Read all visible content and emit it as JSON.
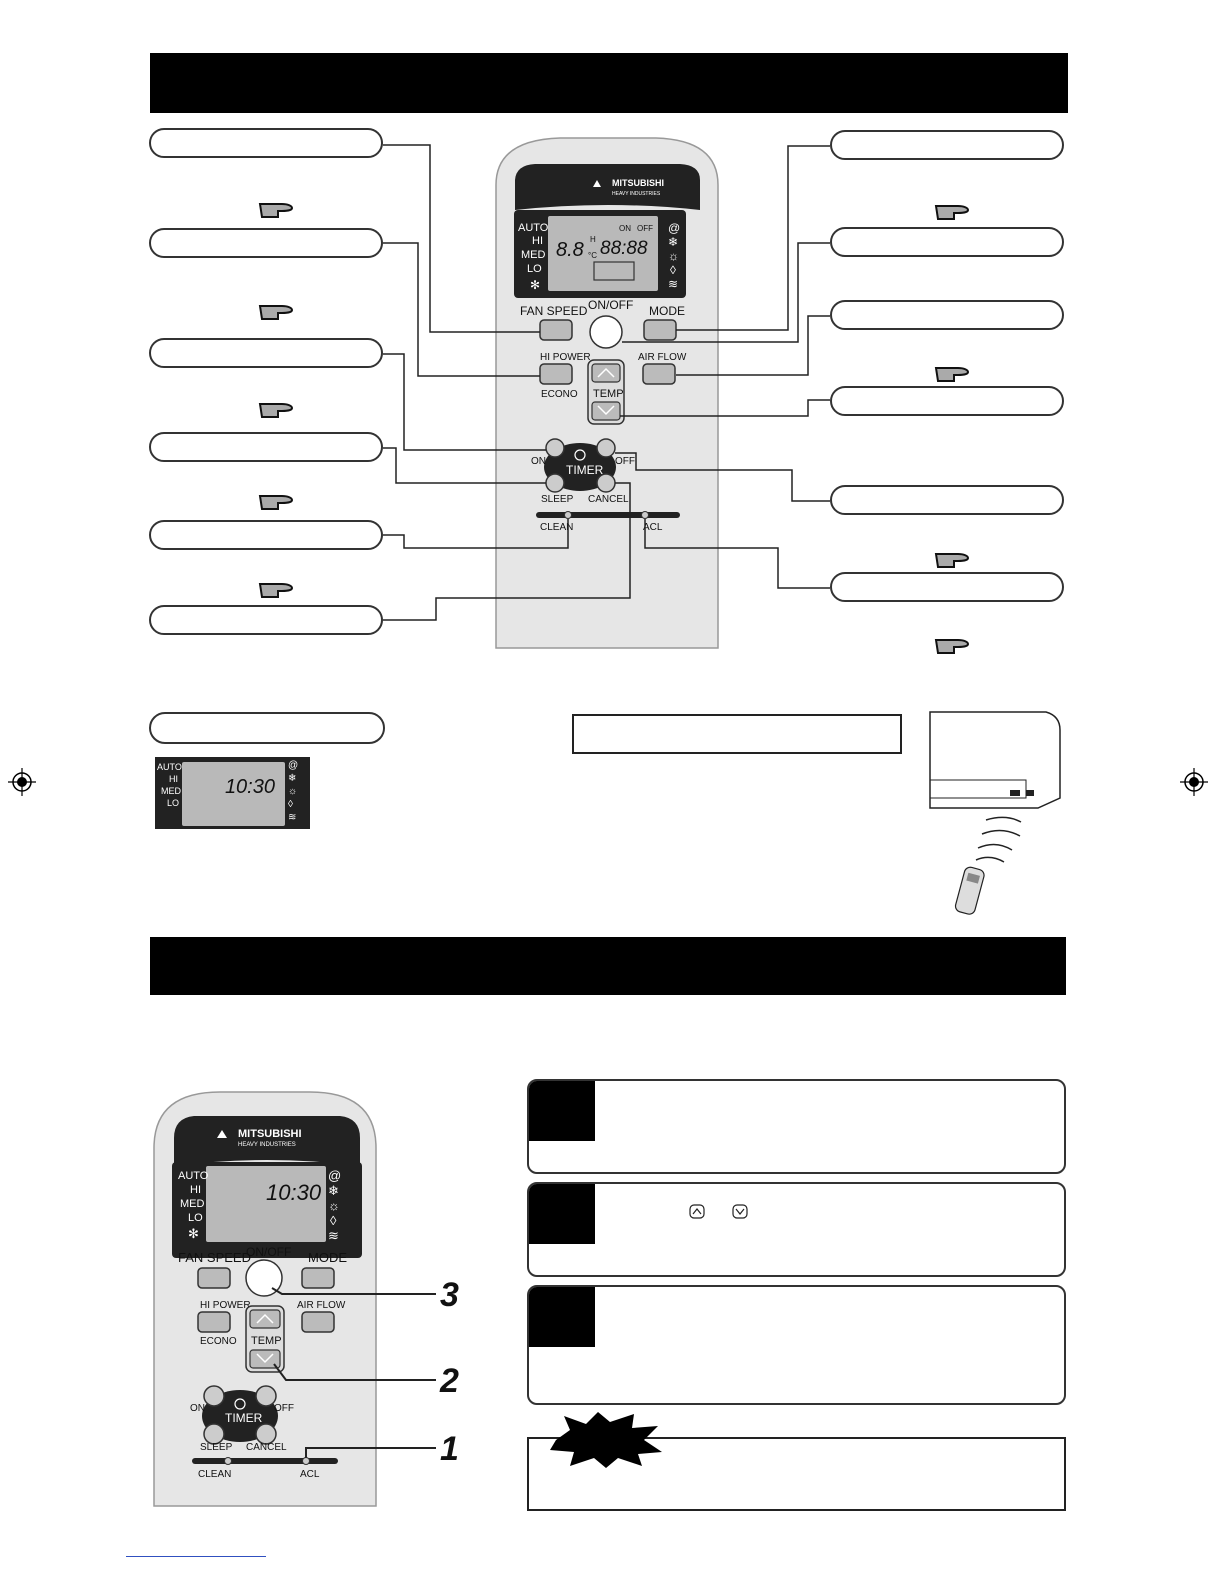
{
  "remote": {
    "brand_line1": "MITSUBISHI",
    "brand_line2": "HEAVY INDUSTRIES",
    "fan_levels": [
      "AUTO",
      "HI",
      "MED",
      "LO"
    ],
    "lcd_clock": "88:88",
    "lcd_temp": "8.8",
    "lcd_on": "ON",
    "lcd_off": "OFF",
    "lcd_h": "H",
    "lcd_c": "°C",
    "lcd_time": "10:30",
    "buttons": {
      "fan_speed": "FAN SPEED",
      "on_off": "ON/OFF",
      "mode": "MODE",
      "hi_power": "HI POWER",
      "econo": "ECONO",
      "air_flow": "AIR FLOW",
      "temp": "TEMP",
      "on": "ON",
      "off": "OFF",
      "timer": "TIMER",
      "sleep": "SLEEP",
      "cancel": "CANCEL",
      "clean": "CLEAN",
      "acl": "ACL"
    }
  },
  "small_display": {
    "fan_levels": [
      "AUTO",
      "HI",
      "MED",
      "LO"
    ],
    "time": "10:30"
  },
  "steps": [
    "1",
    "2",
    "3"
  ],
  "colors": {
    "remote_body": "#e6e6e6",
    "remote_dark": "#222222",
    "lcd": "#b9b9b9",
    "header_bar": "#000000"
  }
}
